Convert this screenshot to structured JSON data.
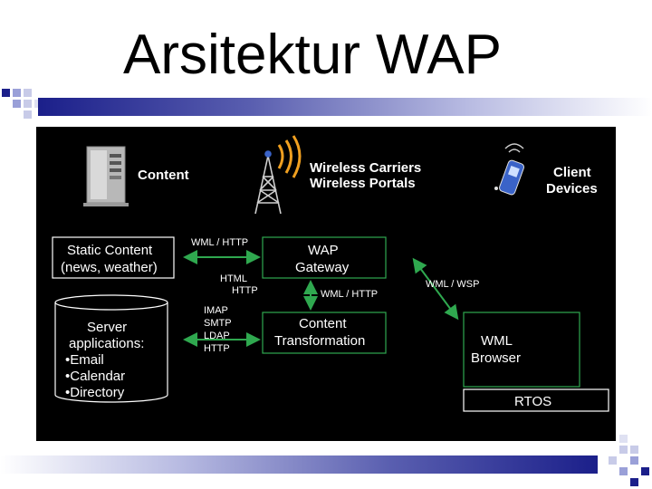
{
  "slide": {
    "title": "Arsitektur WAP"
  },
  "colors": {
    "title_text": "#000000",
    "diagram_background": "#000000",
    "diagram_text": "#ffffff",
    "arrow_color": "#2fa84f",
    "box_border": "#2fa84f",
    "accent_blue": "#1b1f8a"
  },
  "diagram": {
    "content_label": "Content",
    "wireless_label_line1": "Wireless Carriers",
    "wireless_label_line2": "Wireless Portals",
    "client_label_line1": "Client",
    "client_label_line2": "Devices",
    "static_content_line1": "Static Content",
    "static_content_line2": "(news, weather)",
    "server_line1": "Server",
    "server_line2": "applications:",
    "server_item1": "•Email",
    "server_item2": "•Calendar",
    "server_item3": "•Directory",
    "wap_gateway_line1": "WAP",
    "wap_gateway_line2": "Gateway",
    "content_transformation_line1": "Content",
    "content_transformation_line2": "Transformation",
    "wml_browser_line1": "WML",
    "wml_browser_line2": "Browser",
    "rtos_label": "RTOS",
    "arrow_wml_http_top": "WML / HTTP",
    "arrow_html": "HTML",
    "arrow_http": "HTTP",
    "arrow_wml_http_mid": "WML / HTTP",
    "arrow_wml_wsp": "WML / WSP",
    "protocol_imap": "IMAP",
    "protocol_smtp": "SMTP",
    "protocol_ldap": "LDAP",
    "protocol_http": "HTTP"
  },
  "icons": {
    "server": "server-icon",
    "tower": "antenna-tower-icon",
    "phone": "mobile-phone-icon"
  }
}
